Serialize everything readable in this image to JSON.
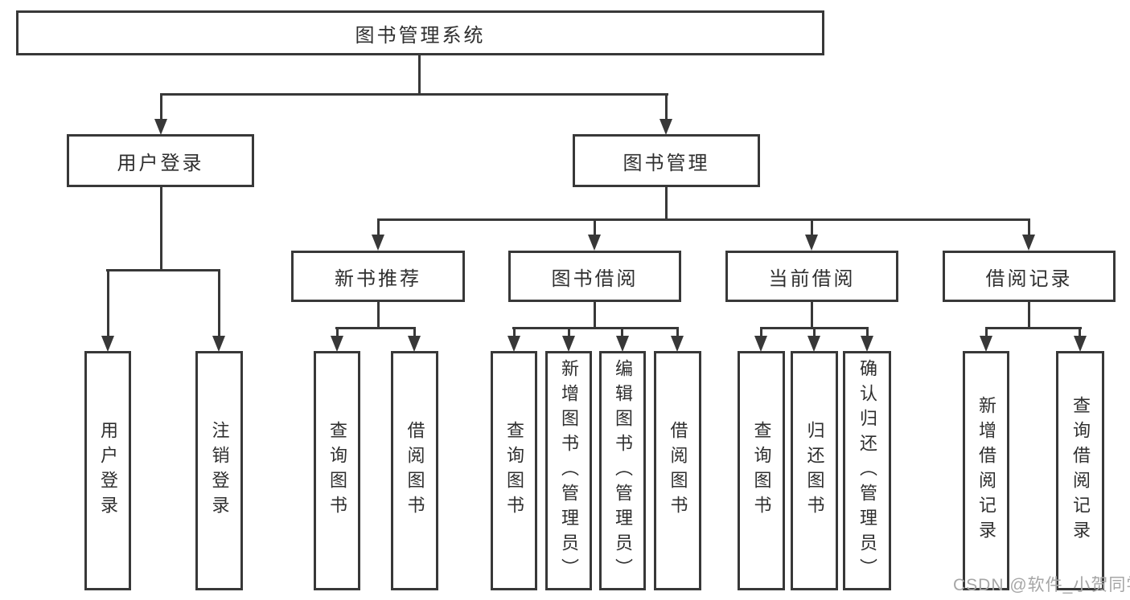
{
  "diagram": {
    "type": "hierarchy-tree",
    "root": {
      "label": "图书管理系统"
    },
    "level2": [
      {
        "label": "用户登录"
      },
      {
        "label": "图书管理"
      }
    ],
    "level3": [
      {
        "label": "新书推荐",
        "parent": "图书管理"
      },
      {
        "label": "图书借阅",
        "parent": "图书管理"
      },
      {
        "label": "当前借阅",
        "parent": "图书管理"
      },
      {
        "label": "借阅记录",
        "parent": "图书管理"
      }
    ],
    "leaves": [
      {
        "label": "用户登录",
        "parent": "用户登录"
      },
      {
        "label": "注销登录",
        "parent": "用户登录"
      },
      {
        "label": "查询图书",
        "parent": "新书推荐"
      },
      {
        "label": "借阅图书",
        "parent": "新书推荐"
      },
      {
        "label": "查询图书",
        "parent": "图书借阅"
      },
      {
        "label": "新增图书（管理员）",
        "parent": "图书借阅"
      },
      {
        "label": "编辑图书（管理员）",
        "parent": "图书借阅"
      },
      {
        "label": "借阅图书",
        "parent": "图书借阅"
      },
      {
        "label": "查询图书",
        "parent": "当前借阅"
      },
      {
        "label": "归还图书",
        "parent": "当前借阅"
      },
      {
        "label": "确认归还（管理员）",
        "parent": "当前借阅"
      },
      {
        "label": "新增借阅记录",
        "parent": "借阅记录"
      },
      {
        "label": "查询借阅记录",
        "parent": "借阅记录"
      }
    ],
    "watermark": "CSDN @软件_小贺同学",
    "colors": {
      "line": "#383838",
      "box_border": "#383838",
      "text": "#2f2f2f",
      "watermark": "#a6a6a6",
      "background": "#ffffff"
    }
  }
}
